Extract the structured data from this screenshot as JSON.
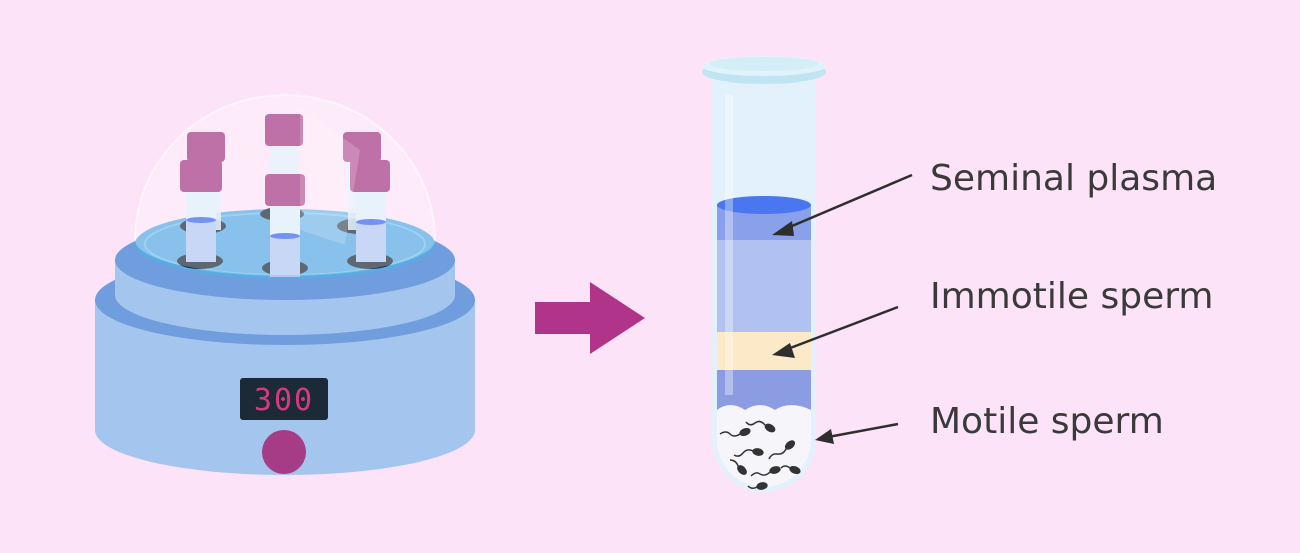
{
  "centrifuge": {
    "display_value": "300"
  },
  "labels": {
    "top": "Seminal plasma",
    "middle": "Immotile sperm",
    "bottom": "Motile sperm"
  },
  "colors": {
    "background": "#fde3f7",
    "accent": "#b0358a",
    "cap": "#a63b86",
    "base": "#a4c5ee",
    "base_dark": "#6f9ddd",
    "liquid": "#5aaae3"
  }
}
